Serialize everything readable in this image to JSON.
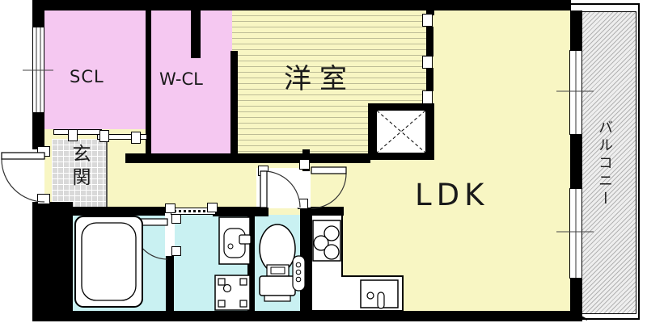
{
  "floorplan": {
    "rooms": {
      "scl": "SCL",
      "wcl": "W-CL",
      "yoshitsu": "洋室",
      "ldk": "LDK",
      "genkan": "玄関",
      "balcony": "バルコニー"
    },
    "colors": {
      "wall": "#000000",
      "room_pink": "#f5c8f1",
      "room_yellow": "#f8f6c3",
      "wet_area_cyan": "#c9f1f2",
      "genkan_tile": "#d9d9d9",
      "balcony_gray": "#eeeeee"
    }
  }
}
